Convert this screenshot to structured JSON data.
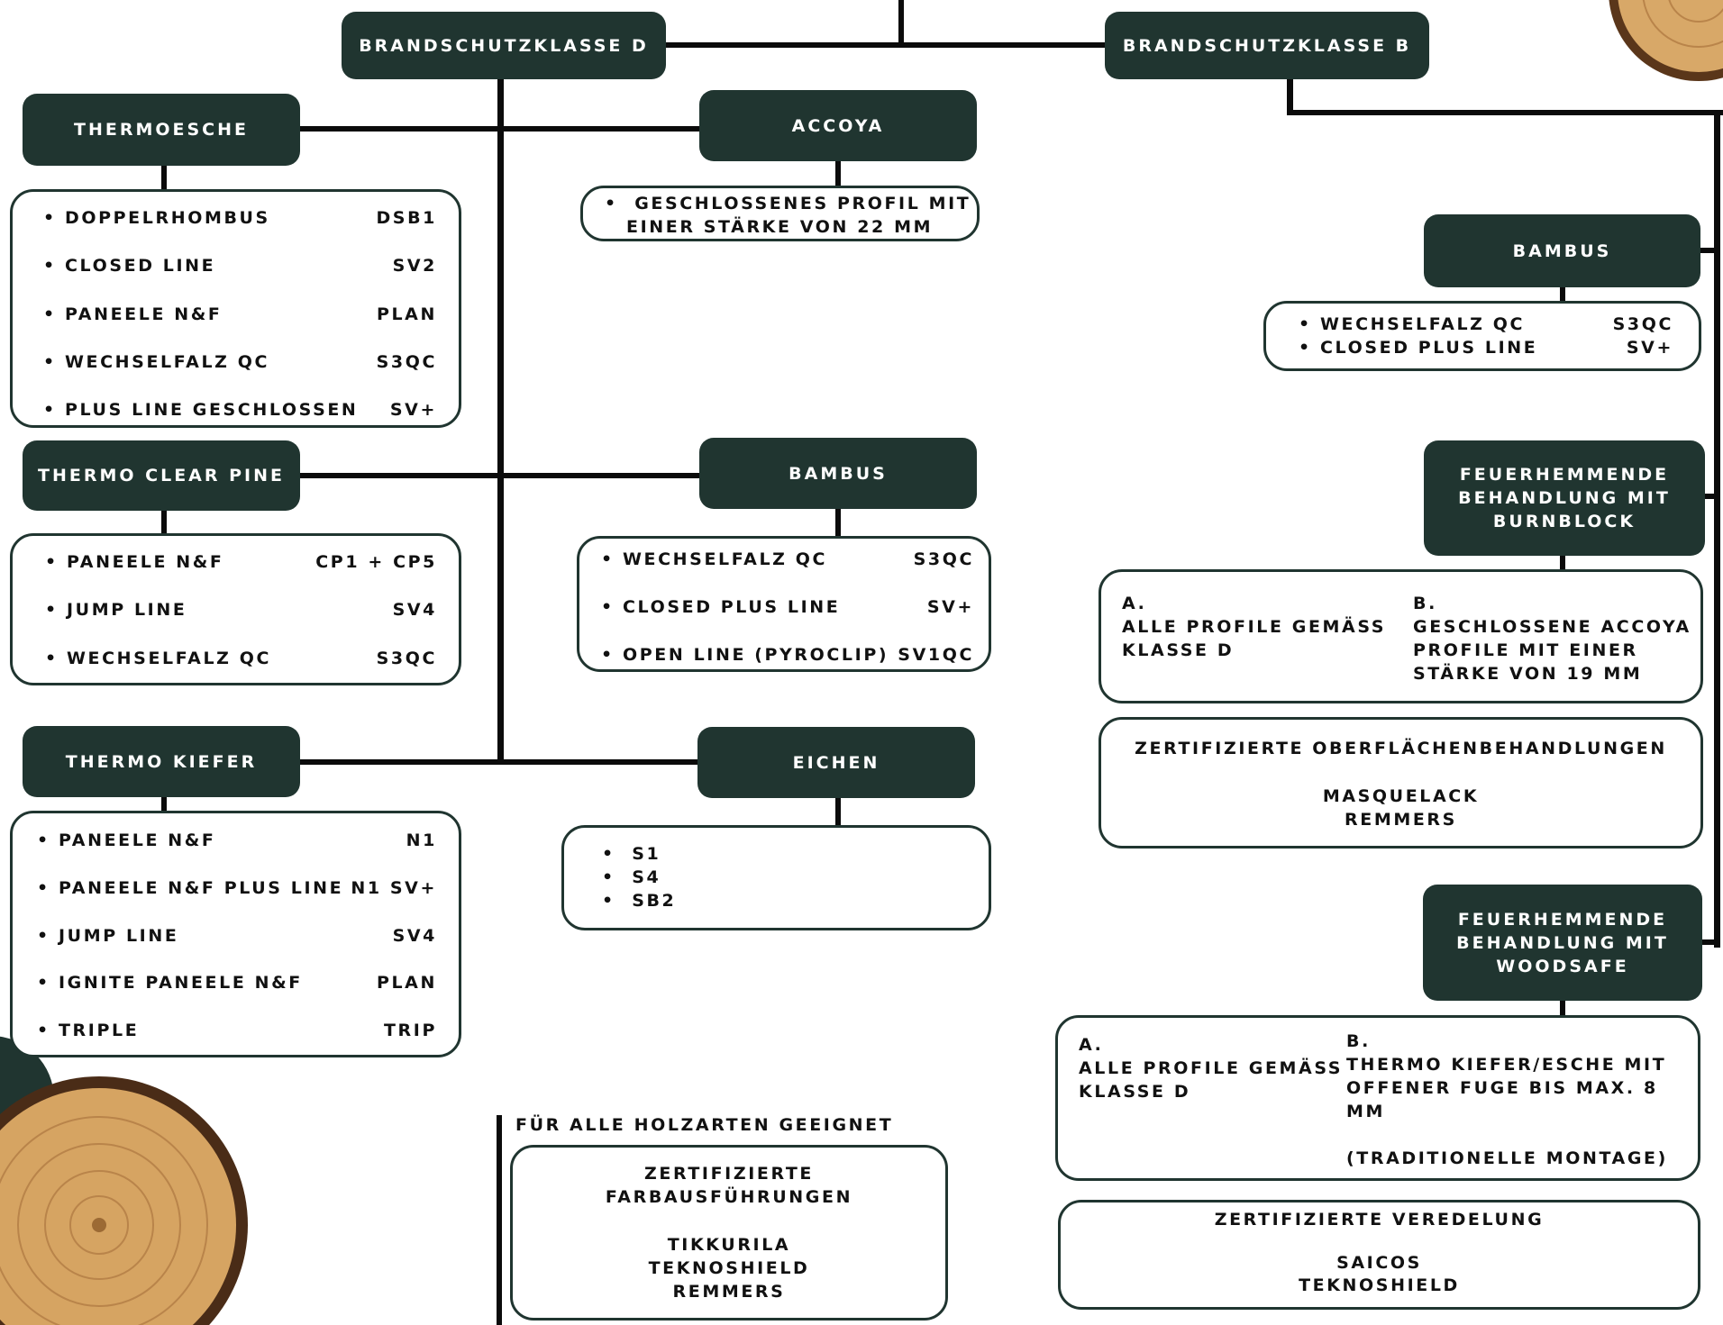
{
  "colors": {
    "header_bg": "#203530",
    "line": "#0b0b0b",
    "wood": "#c58a4a"
  },
  "class_d": {
    "title": "BRANDSCHUTZKLASSE D",
    "thermoesche": {
      "title": "THERMOESCHE",
      "items": [
        {
          "name": "DOPPELRHOMBUS",
          "code": "DSB1"
        },
        {
          "name": "CLOSED LINE",
          "code": "SV2"
        },
        {
          "name": "PANEELE N&F",
          "code": "PLAN"
        },
        {
          "name": "WECHSELFALZ QC",
          "code": "S3QC"
        },
        {
          "name": "PLUS LINE GESCHLOSSEN",
          "code": "SV+"
        }
      ]
    },
    "thermo_clear_pine": {
      "title": "THERMO CLEAR PINE",
      "items": [
        {
          "name": "PANEELE N&F",
          "code": "CP1 + CP5"
        },
        {
          "name": "JUMP LINE",
          "code": "SV4"
        },
        {
          "name": "WECHSELFALZ QC",
          "code": "S3QC"
        }
      ]
    },
    "thermo_kiefer": {
      "title": "THERMO KIEFER",
      "items": [
        {
          "name": "PANEELE N&F",
          "code": "N1"
        },
        {
          "name": "PANEELE N&F PLUS LINE",
          "code": "N1 SV+"
        },
        {
          "name": "JUMP LINE",
          "code": "SV4"
        },
        {
          "name": "IGNITE PANEELE N&F",
          "code": "PLAN"
        },
        {
          "name": "TRIPLE",
          "code": "TRIP"
        }
      ]
    },
    "accoya": {
      "title": "ACCOYA",
      "text": [
        "GESCHLOSSENES PROFIL MIT",
        "EINER STÄRKE VON 22 MM"
      ]
    },
    "bambus": {
      "title": "BAMBUS",
      "items": [
        {
          "name": "WECHSELFALZ QC",
          "code": "S3QC"
        },
        {
          "name": "CLOSED PLUS LINE",
          "code": "SV+"
        },
        {
          "name": "OPEN LINE (PYROCLIP)",
          "code": "SV1QC"
        }
      ]
    },
    "eichen": {
      "title": "EICHEN",
      "items": [
        "S1",
        "S4",
        "SB2"
      ]
    }
  },
  "class_b": {
    "title": "BRANDSCHUTZKLASSE B",
    "bambus": {
      "title": "BAMBUS",
      "items": [
        {
          "name": "WECHSELFALZ QC",
          "code": "S3QC"
        },
        {
          "name": "CLOSED PLUS LINE",
          "code": "SV+"
        }
      ]
    },
    "burnblock": {
      "title": [
        "FEUERHEMMENDE",
        "BEHANDLUNG MIT",
        "BURNBLOCK"
      ],
      "a": {
        "label": "A.",
        "lines": [
          "ALLE PROFILE GEMÄSS",
          "KLASSE D"
        ]
      },
      "b": {
        "label": "B.",
        "lines": [
          "GESCHLOSSENE ACCOYA",
          "PROFILE MIT EINER",
          "STÄRKE VON 19 MM"
        ]
      },
      "cert": {
        "title": "ZERTIFIZIERTE OBERFLÄCHENBEHANDLUNGEN",
        "lines": [
          "MASQUELACK",
          "REMMERS"
        ]
      }
    },
    "woodsafe": {
      "title": [
        "FEUERHEMMENDE",
        "BEHANDLUNG MIT",
        "WOODSAFE"
      ],
      "a": {
        "label": "A.",
        "lines": [
          "ALLE PROFILE GEMÄSS",
          "KLASSE D"
        ]
      },
      "b": {
        "label": "B.",
        "lines": [
          "THERMO KIEFER/ESCHE MIT",
          "OFFENER FUGE BIS MAX. 8 MM",
          "",
          "(TRADITIONELLE MONTAGE)"
        ]
      },
      "cert": {
        "title": "ZERTIFIZIERTE VEREDELUNG",
        "lines": [
          "SAICOS",
          "TEKNOSHIELD"
        ]
      }
    }
  },
  "all_woods": {
    "label": "FÜR ALLE HOLZARTEN GEEIGNET",
    "lines": [
      "ZERTIFIZIERTE",
      "FARBAUSFÜHRUNGEN",
      "",
      "TIKKURILA",
      "TEKNOSHIELD",
      "REMMERS"
    ]
  }
}
